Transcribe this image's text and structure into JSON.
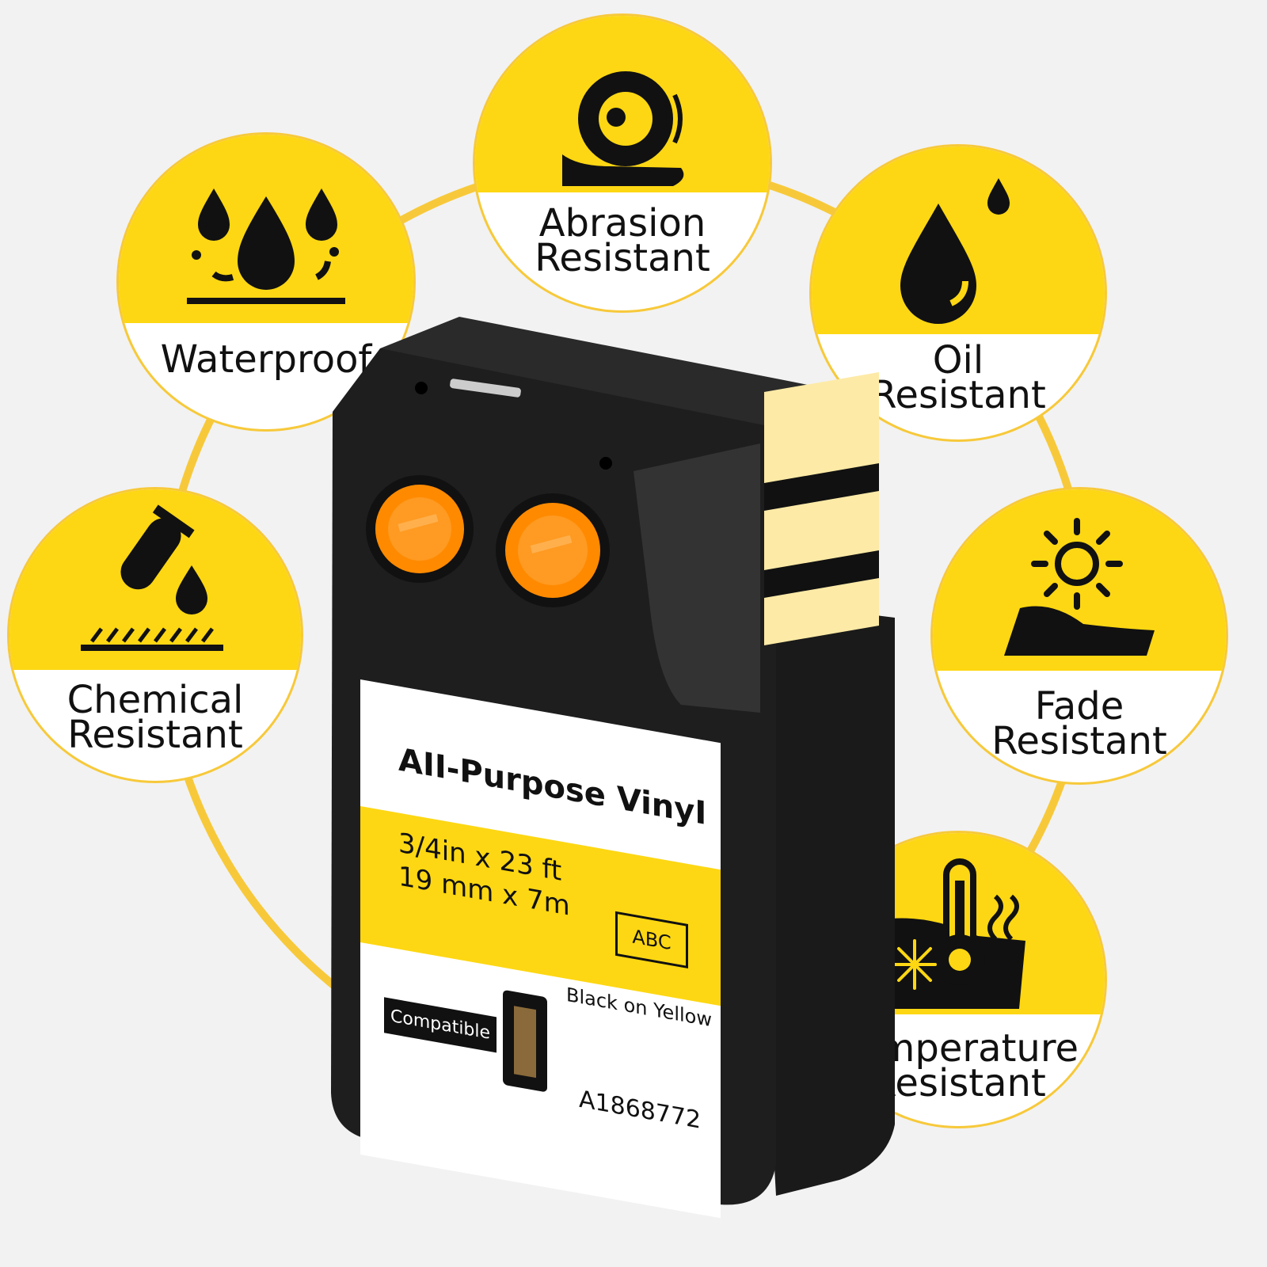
{
  "badges": {
    "abrasion": {
      "label": "Abrasion\nResistant",
      "icon": "abrasion-icon"
    },
    "waterproof": {
      "label": "Waterproof",
      "icon": "water-drops-icon"
    },
    "oil": {
      "label": "Oil\nResistant",
      "icon": "oil-drop-icon"
    },
    "chemical": {
      "label": "Chemical\nResistant",
      "icon": "chemical-tube-icon"
    },
    "fade": {
      "label": "Fade\nResistant",
      "icon": "sun-icon"
    },
    "temperature": {
      "label": "Temperature\nResistant",
      "icon": "thermometer-icon"
    }
  },
  "cartridge": {
    "title": "AII-Purpose VinyI",
    "size_in": "3/4in x 23 ft",
    "size_mm": "19 mm x 7m",
    "sample_text": "ABC",
    "color_desc": "Black on Yellow",
    "compatible": "Compatible",
    "part_number": "A1868772"
  },
  "colors": {
    "accent_yellow": "#fdd713",
    "ring": "#f7c93a",
    "reel_orange": "#ff8a00",
    "cartridge_black": "#1c1c1c"
  }
}
